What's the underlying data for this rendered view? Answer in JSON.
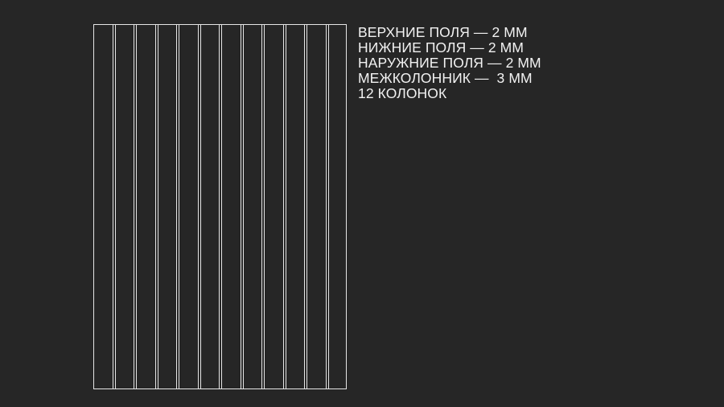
{
  "spec_lines": [
    "ВЕРХНИЕ ПОЛЯ — 2 ММ",
    "НИЖНИЕ ПОЛЯ — 2 ММ",
    "НАРУЖНИЕ ПОЛЯ — 2 ММ",
    "МЕЖКОЛОННИК —  3 ММ",
    "12 КОЛОНОК"
  ],
  "grid": {
    "columns": 12,
    "line_color": "#e6e6e6",
    "background": "#262626"
  }
}
